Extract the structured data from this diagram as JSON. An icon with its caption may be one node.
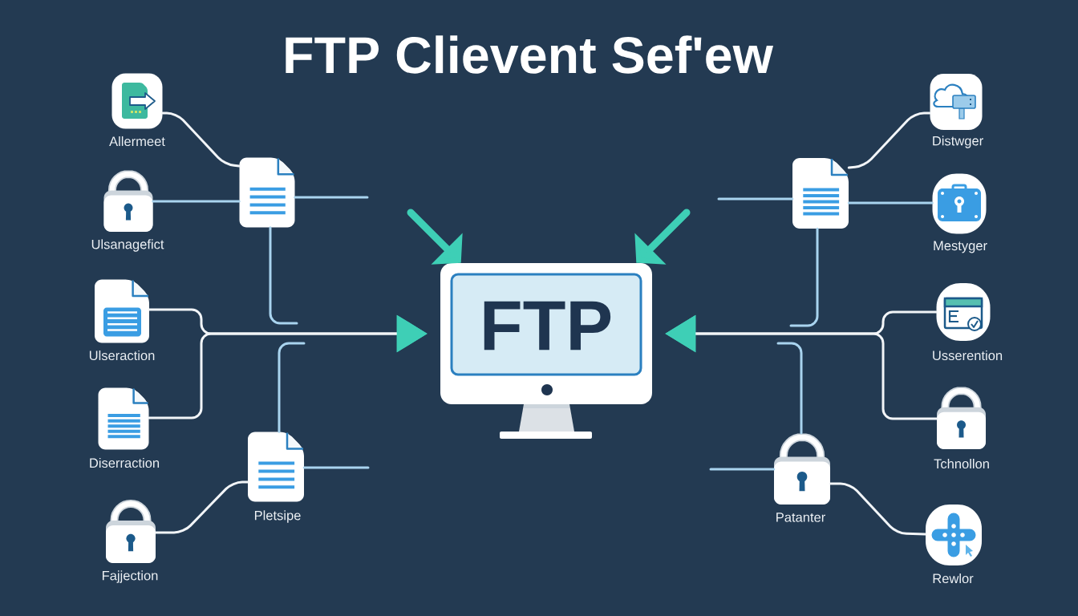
{
  "diagram": {
    "title": "FTP Clievent Sef'ew",
    "nodes": [
      {
        "text": [
          "FTP"
        ]
      },
      {
        "text": [
          "Allermeet"
        ]
      },
      {
        "text": [
          "Ulsanagefict"
        ]
      },
      {
        "text": [
          "Ulseraction"
        ]
      },
      {
        "text": [
          "Diserraction"
        ]
      },
      {
        "text": [
          "Fajjection"
        ]
      },
      {
        "text": [],
        "shape": "document"
      },
      {
        "text": [
          "Pletsipe"
        ]
      },
      {
        "text": [],
        "shape": "document"
      },
      {
        "text": [
          "Distwger"
        ]
      },
      {
        "text": [
          "Mestyger"
        ]
      },
      {
        "text": [
          "Usserention"
        ]
      },
      {
        "text": [
          "Tchnollon"
        ]
      },
      {
        "text": [
          "Patanter"
        ]
      },
      {
        "text": [
          "Rewlor"
        ]
      }
    ],
    "edges": [
      {
        "from": 1,
        "to": 6,
        "arrow": "none",
        "color": "#f2f5f8"
      },
      {
        "from": 2,
        "to": 6,
        "arrow": "none"
      },
      {
        "from": 6,
        "to": null,
        "arrow": "none"
      },
      {
        "from": null,
        "to": 0,
        "arrow": "to",
        "style": "thick",
        "color": "#3ecfb6"
      },
      {
        "from": 6,
        "to": null,
        "arrow": "none"
      },
      {
        "from": 3,
        "to": 0,
        "arrow": "to",
        "color": "#f2f5f8"
      },
      {
        "from": 4,
        "to": 0,
        "arrow": "to",
        "color": "#f2f5f8"
      },
      {
        "from": 7,
        "to": null,
        "arrow": "none"
      },
      {
        "from": 7,
        "to": null,
        "arrow": "none"
      },
      {
        "from": 5,
        "to": 7,
        "arrow": "none",
        "color": "#f2f5f8"
      },
      {
        "from": 9,
        "to": 8,
        "arrow": "none",
        "color": "#f2f5f8"
      },
      {
        "from": 10,
        "to": 8,
        "arrow": "none"
      },
      {
        "from": 8,
        "to": null,
        "arrow": "none"
      },
      {
        "from": null,
        "to": 0,
        "arrow": "to",
        "style": "thick",
        "color": "#3ecfb6"
      },
      {
        "from": 8,
        "to": null,
        "arrow": "none"
      },
      {
        "from": 11,
        "to": 0,
        "arrow": "to",
        "color": "#f2f5f8"
      },
      {
        "from": 12,
        "to": 0,
        "arrow": "to",
        "color": "#f2f5f8"
      },
      {
        "from": 13,
        "to": null,
        "arrow": "none"
      },
      {
        "from": 13,
        "to": null,
        "arrow": "none"
      },
      {
        "from": 13,
        "to": 14,
        "arrow": "none",
        "color": "#f2f5f8"
      }
    ]
  }
}
